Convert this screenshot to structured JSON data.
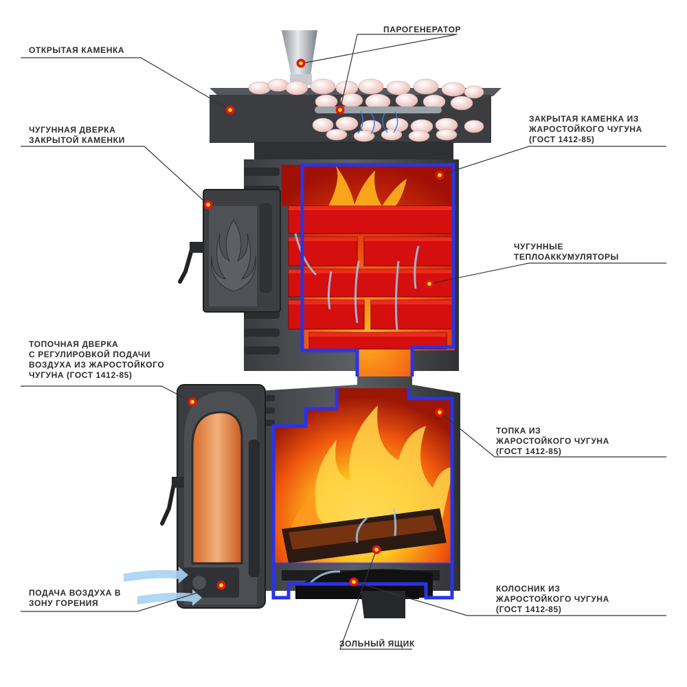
{
  "colors": {
    "iron_dark": "#2e3033",
    "iron_mid": "#4a4d52",
    "iron_light": "#6b6f75",
    "cutaway_outline": "#2a33e8",
    "flame_core": "#ffd23a",
    "flame_outer": "#e8340c",
    "accumulator": "#d8100e",
    "stone": "#f3d2cf",
    "marker_red": "#e2141b",
    "marker_yellow": "#ffe800",
    "airflow": "#8fc4ec",
    "leader_line": "#333333"
  },
  "labels": {
    "open_heater": [
      "ОТКРЫТАЯ КАМЕНКА"
    ],
    "steam_generator": [
      "ПАРОГЕНЕРАТОР"
    ],
    "closed_heater_door": [
      "ЧУГУННАЯ ДВЕРКА",
      "ЗАКРЫТОЙ КАМЕНКИ"
    ],
    "closed_heater": [
      "ЗАКРЫТАЯ КАМЕНКА ИЗ",
      "ЖАРОСТОЙКОГО ЧУГУНА",
      "(ГОСТ 1412-85)"
    ],
    "heat_accumulators": [
      "ЧУГУННЫЕ",
      "ТЕПЛОАККУМУЛЯТОРЫ"
    ],
    "firebox_door": [
      "ТОПОЧНАЯ ДВЕРКА",
      "С РЕГУЛИРОВКОЙ ПОДАЧИ",
      "ВОЗДУХА ИЗ ЖАРОСТОЙКОГО",
      "ЧУГУНА (ГОСТ 1412-85)"
    ],
    "firebox": [
      "ТОПКА ИЗ",
      "ЖАРОСТОЙКОГО ЧУГУНА",
      "(ГОСТ 1412-85)"
    ],
    "air_supply": [
      "ПОДАЧА ВОЗДУХА В",
      "ЗОНУ ГОРЕНИЯ"
    ],
    "grate": [
      "КОЛОСНИК ИЗ",
      "ЖАРОСТОЙКОГО ЧУГУНА",
      "(ГОСТ 1412-85)"
    ],
    "ash_box": [
      "ЗОЛЬНЫЙ ЯЩИК"
    ]
  }
}
